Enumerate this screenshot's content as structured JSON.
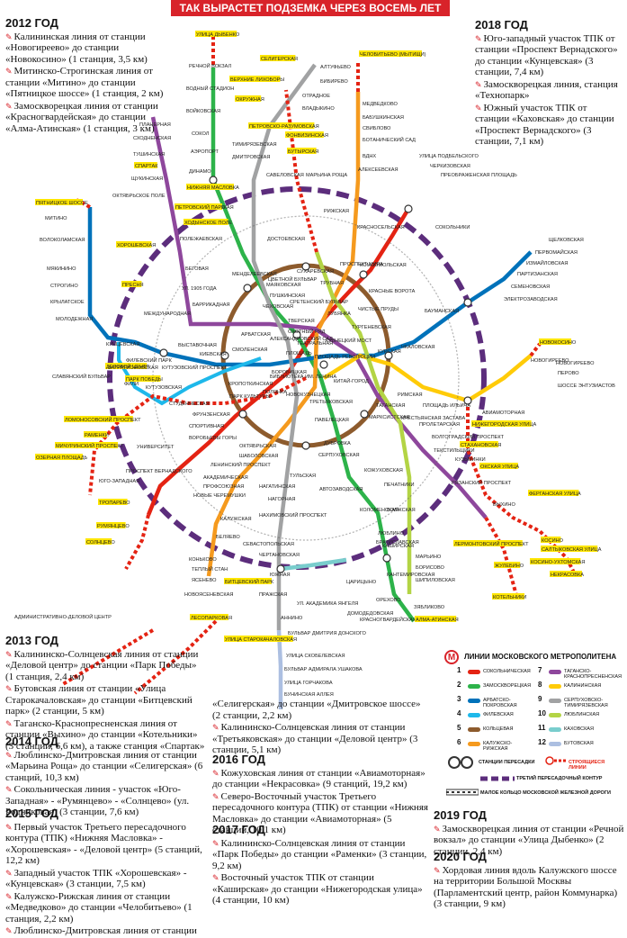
{
  "header": {
    "title": "ТАК ВЫРАСТЕТ ПОДЗЕМКА ЧЕРЕЗ ВОСЕМЬ ЛЕТ"
  },
  "timeline": {
    "y2012": {
      "year": "2012 ГОД",
      "items": [
        "Калининская линия от станции «Новогиреево» до станции «Новокосино» (1 станция, 3,5 км)",
        "Митинско-Строгинская линия от станции «Митино» до станции «Пятницкое шоссе» (1 станция, 2 км)",
        "Замоскворецкая линия от станции «Красногвардейская» до станции «Алма-Атинская» (1 станция, 3 км)"
      ]
    },
    "y2013": {
      "year": "2013 ГОД",
      "items": [
        "Калининско-Солнцевская линия от станции «Деловой центр» до станции «Парк Победы» (1 станция, 2,4 км)",
        "Бутовская линия от станции «Улица Старокачаловская» до станции «Битцевский парк» (2 станции, 5 км)",
        "Таганско-Краснопресненская линия от станции «Выхино» до станции «Котельники» (3 станции, 6,6 км), а также станция «Спартак»"
      ]
    },
    "y2014": {
      "year": "2014 ГОД",
      "items": [
        "Люблинско-Дмитровская линия от станции «Марьина Роща» до станции «Селигерская» (6 станций, 10,3 км)",
        "Сокольническая линия - участок «Юго-Западная» - «Румянцево» - «Солнцево» (ул. Родниковая) (3 станции, 7,6 км)"
      ]
    },
    "y2015": {
      "year": "2015 ГОД",
      "items": [
        "Первый участок Третьего пересадочного контура (ТПК) «Нижняя Масловка» - «Хорошевская» - «Деловой центр» (5 станций, 12,2 км)",
        "Западный участок ТПК «Хорошевская» - «Кунцевская» (3 станции, 7,5 км)",
        "Калужско-Рижская линия от станции «Медведково» до станции «Челобитьево» (1 станция, 2,2 км)",
        "Люблинско-Дмитровская линия от станции"
      ]
    },
    "y2015cont": {
      "lead": "«Селигерская» до станции «Дмитровское шоссе» (2 станции, 2,2 км)",
      "items": [
        "Калининско-Солнцевская линия от станции «Третьяковская» до станции «Деловой центр» (3 станции, 5,1 км)"
      ]
    },
    "y2016": {
      "year": "2016 ГОД",
      "items": [
        "Кожуховская линия от станции «Авиамоторная» до станции «Некрасовка» (9 станций, 19,2 км)",
        "Северо-Восточный участок Третьего пересадочного контура (ТПК) от станции «Нижняя Масловка» до станции «Авиамоторная» (5 станций, 10,1 км)"
      ]
    },
    "y2017": {
      "year": "2017 ГОД",
      "items": [
        "Калининско-Солнцевская линия от станции «Парк Победы» до станции «Раменки» (3 станции, 9,2 км)",
        "Восточный участок ТПК от станции «Каширская» до станции «Нижегородская улица» (4 станции, 10 км)"
      ]
    },
    "y2018": {
      "year": "2018 ГОД",
      "items": [
        "Юго-западный участок ТПК от станции «Проспект Вернадского» до станции «Кунцевская» (3 станции, 7,4 км)",
        "Замоскворецкая линия, станция «Технопарк»",
        "Южный участок ТПК от станции «Каховская» до станции «Проспект Вернадского» (3 станции, 7,1 км)"
      ]
    },
    "y2019": {
      "year": "2019 ГОД",
      "items": [
        "Замоскворецкая линия от станции «Речной вокзал» до станции «Улица Дыбенко» (2 станции, 2,4 км)"
      ]
    },
    "y2020": {
      "year": "2020 ГОД",
      "items": [
        "Хордовая линия вдоль Калужского шоссе на территории Большой Москвы (Парламентский центр, район Коммунарка) (3 станции, 9 км)"
      ]
    }
  },
  "map": {
    "colors": {
      "l1": "#e42313",
      "l2": "#2db34a",
      "l3": "#0072ba",
      "l4": "#1eb8ea",
      "l5": "#8d5b2d",
      "l6": "#f59a1e",
      "l7": "#8e479c",
      "l8": "#ffcb08",
      "l9": "#a1a2a3",
      "l10": "#b3d445",
      "l11": "#79cdcd",
      "l12": "#acbfe1",
      "ring3": "#5c2d7c",
      "new": "#e42313",
      "highlight": "#ffe600"
    },
    "stations": [
      {
        "t": "УЛИЦА ДЫБЕНКО",
        "hl": true
      },
      {
        "t": "РЕЧНОЙ ВОКЗАЛ"
      },
      {
        "t": "ВОДНЫЙ СТАДИОН"
      },
      {
        "t": "ВОЙКОВСКАЯ"
      },
      {
        "t": "СОКОЛ"
      },
      {
        "t": "АЭРОПОРТ"
      },
      {
        "t": "ДИНАМО"
      },
      {
        "t": "БЕЛОРУССКАЯ"
      },
      {
        "t": "МАЯКОВСКАЯ"
      },
      {
        "t": "ТВЕРСКАЯ"
      },
      {
        "t": "ТЕАТРАЛЬНАЯ"
      },
      {
        "t": "НОВОКУЗНЕЦКАЯ"
      },
      {
        "t": "ПАВЕЛЕЦКАЯ"
      },
      {
        "t": "АВТОЗАВОДСКАЯ"
      },
      {
        "t": "КОЛОМЕНСКАЯ"
      },
      {
        "t": "КАШИРСКАЯ"
      },
      {
        "t": "КАНТЕМИРОВСКАЯ"
      },
      {
        "t": "ЦАРИЦЫНО"
      },
      {
        "t": "ОРЕХОВО"
      },
      {
        "t": "ДОМОДЕДОВСКАЯ"
      },
      {
        "t": "КРАСНОГВАРДЕЙСКАЯ"
      },
      {
        "t": "АЛМА-АТИНСКАЯ",
        "hl": true
      },
      {
        "t": "СЕЛИГЕРСКАЯ",
        "hl": true
      },
      {
        "t": "ВЕРХНИЕ ЛИХОБОРЫ",
        "hl": true
      },
      {
        "t": "ОКРУЖНАЯ",
        "hl": true
      },
      {
        "t": "ПЕТРОВСКО-РАЗУМОВСКАЯ",
        "hl": true
      },
      {
        "t": "ФОНВИЗИНСКАЯ",
        "hl": true
      },
      {
        "t": "БУТЫРСКАЯ",
        "hl": true
      },
      {
        "t": "МАРЬИНА РОЩА"
      },
      {
        "t": "ДОСТОЕВСКАЯ"
      },
      {
        "t": "СРЕТЕНСКИЙ БУЛЬВАР"
      },
      {
        "t": "ТРУБНАЯ"
      },
      {
        "t": "ЧКАЛОВСКАЯ"
      },
      {
        "t": "РИМСКАЯ"
      },
      {
        "t": "КРЕСТЬЯНСКАЯ ЗАСТАВА"
      },
      {
        "t": "ДУБРОВКА"
      },
      {
        "t": "КОЖУХОВСКАЯ"
      },
      {
        "t": "ПЕЧАТНИКИ"
      },
      {
        "t": "ВОЛЖСКАЯ"
      },
      {
        "t": "ЛЮБЛИНО"
      },
      {
        "t": "БРАТИСЛАВСКАЯ"
      },
      {
        "t": "МАРЬИНО"
      },
      {
        "t": "БОРИСОВО"
      },
      {
        "t": "ШИПИЛОВСКАЯ"
      },
      {
        "t": "ЗЯБЛИКОВО"
      },
      {
        "t": "АЛТУФЬЕВО"
      },
      {
        "t": "БИБИРЕВО"
      },
      {
        "t": "ОТРАДНОЕ"
      },
      {
        "t": "ВЛАДЫКИНО"
      },
      {
        "t": "ТИМИРЯЗЕВСКАЯ"
      },
      {
        "t": "ДМИТРОВСКАЯ"
      },
      {
        "t": "САВЕЛОВСКАЯ"
      },
      {
        "t": "МЕНДЕЛЕЕВСКАЯ"
      },
      {
        "t": "ЦВЕТНОЙ БУЛЬВАР"
      },
      {
        "t": "ЧЕХОВСКАЯ"
      },
      {
        "t": "БОРОВИЦКАЯ"
      },
      {
        "t": "ПОЛЯНКА"
      },
      {
        "t": "СЕРПУХОВСКАЯ"
      },
      {
        "t": "ТУЛЬСКАЯ"
      },
      {
        "t": "НАГАТИНСКАЯ"
      },
      {
        "t": "НАГОРНАЯ"
      },
      {
        "t": "НАХИМОВСКИЙ ПРОСПЕКТ"
      },
      {
        "t": "СЕВАСТОПОЛЬСКАЯ"
      },
      {
        "t": "ЧЕРТАНОВСКАЯ"
      },
      {
        "t": "ЮЖНАЯ"
      },
      {
        "t": "ПРАЖСКАЯ"
      },
      {
        "t": "УЛ. АКАДЕМИКА ЯНГЕЛЯ"
      },
      {
        "t": "АННИНО"
      },
      {
        "t": "БУЛЬВАР ДМИТРИЯ ДОНСКОГО"
      },
      {
        "t": "УЛИЦА СТАРОКАЧАЛОВСКАЯ",
        "hl": true
      },
      {
        "t": "УЛИЦА СКОБЕЛЕВСКАЯ"
      },
      {
        "t": "БУЛЬВАР АДМИРАЛА УШАКОВА"
      },
      {
        "t": "УЛИЦА ГОРЧАКОВА"
      },
      {
        "t": "БУНИНСКАЯ АЛЛЕЯ"
      },
      {
        "t": "БИТЦЕВСКИЙ ПАРК",
        "hl": true
      },
      {
        "t": "ЛЕСОПАРКОВАЯ",
        "hl": true
      },
      {
        "t": "ЧЕЛОБИТЬЕВО (МЫТИЩИ)",
        "hl": true
      },
      {
        "t": "МЕДВЕДКОВО"
      },
      {
        "t": "БАБУШКИНСКАЯ"
      },
      {
        "t": "СВИБЛОВО"
      },
      {
        "t": "БОТАНИЧЕСКИЙ САД"
      },
      {
        "t": "ВДНХ"
      },
      {
        "t": "АЛЕКСЕЕВСКАЯ"
      },
      {
        "t": "РИЖСКАЯ"
      },
      {
        "t": "ПРОСПЕКТ МИРА"
      },
      {
        "t": "СУХАРЕВСКАЯ"
      },
      {
        "t": "ТУРГЕНЕВСКАЯ"
      },
      {
        "t": "КИТАЙ-ГОРОД"
      },
      {
        "t": "ТРЕТЬЯКОВСКАЯ"
      },
      {
        "t": "ОКТЯБРЬСКАЯ"
      },
      {
        "t": "ШАБОЛОВСКАЯ"
      },
      {
        "t": "ЛЕНИНСКИЙ ПРОСПЕКТ"
      },
      {
        "t": "АКАДЕМИЧЕСКАЯ"
      },
      {
        "t": "ПРОФСОЮЗНАЯ"
      },
      {
        "t": "НОВЫЕ ЧЕРЕМУШКИ"
      },
      {
        "t": "КАЛУЖСКАЯ"
      },
      {
        "t": "БЕЛЯЕВО"
      },
      {
        "t": "КОНЬКОВО"
      },
      {
        "t": "ТЕПЛЫЙ СТАН"
      },
      {
        "t": "ЯСЕНЕВО"
      },
      {
        "t": "НОВОЯСЕНЕВСКАЯ"
      },
      {
        "t": "УЛИЦА ПОДБЕЛЬСКОГО"
      },
      {
        "t": "ЧЕРКИЗОВСКАЯ"
      },
      {
        "t": "ПРЕОБРАЖЕНСКАЯ ПЛОЩАДЬ"
      },
      {
        "t": "СОКОЛЬНИКИ"
      },
      {
        "t": "КРАСНОСЕЛЬСКАЯ"
      },
      {
        "t": "КОМСОМОЛЬСКАЯ"
      },
      {
        "t": "КРАСНЫЕ ВОРОТА"
      },
      {
        "t": "ЧИСТЫЕ ПРУДЫ"
      },
      {
        "t": "ЛУБЯНКА"
      },
      {
        "t": "ОХОТНЫЙ РЯД"
      },
      {
        "t": "БИБЛИОТЕКА ИМ. ЛЕНИНА"
      },
      {
        "t": "КРОПОТКИНСКАЯ"
      },
      {
        "t": "ПАРК КУЛЬТУРЫ"
      },
      {
        "t": "ФРУНЗЕНСКАЯ"
      },
      {
        "t": "СПОРТИВНАЯ"
      },
      {
        "t": "ВОРОБЬЕВЫ ГОРЫ"
      },
      {
        "t": "УНИВЕРСИТЕТ"
      },
      {
        "t": "ПРОСПЕКТ ВЕРНАДСКОГО"
      },
      {
        "t": "ЮГО-ЗАПАДНАЯ"
      },
      {
        "t": "ТРОПАРЕВО",
        "hl": true
      },
      {
        "t": "РУМЯНЦЕВО",
        "hl": true
      },
      {
        "t": "СОЛНЦЕВО",
        "hl": true
      },
      {
        "t": "ЩЕЛКОВСКАЯ"
      },
      {
        "t": "ПЕРВОМАЙСКАЯ"
      },
      {
        "t": "ИЗМАЙЛОВСКАЯ"
      },
      {
        "t": "ПАРТИЗАНСКАЯ"
      },
      {
        "t": "СЕМЕНОВСКАЯ"
      },
      {
        "t": "ЭЛЕКТРОЗАВОДСКАЯ"
      },
      {
        "t": "БАУМАНСКАЯ"
      },
      {
        "t": "КУРСКАЯ"
      },
      {
        "t": "ПЛОЩАДЬ РЕВОЛЮЦИИ"
      },
      {
        "t": "АРБАТСКАЯ"
      },
      {
        "t": "СМОЛЕНСКАЯ"
      },
      {
        "t": "КИЕВСКАЯ"
      },
      {
        "t": "ПАРК ПОБЕДЫ",
        "hl": true
      },
      {
        "t": "СЛАВЯНСКИЙ БУЛЬВАР"
      },
      {
        "t": "КУНЦЕВСКАЯ"
      },
      {
        "t": "МОЛОДЕЖНАЯ"
      },
      {
        "t": "КРЫЛАТСКОЕ"
      },
      {
        "t": "СТРОГИНО"
      },
      {
        "t": "МЯКИНИНО"
      },
      {
        "t": "ВОЛОКОЛАМСКАЯ"
      },
      {
        "t": "МИТИНО"
      },
      {
        "t": "ПЯТНИЦКОЕ ШОССЕ",
        "hl": true
      },
      {
        "t": "НОВОКОСИНО",
        "hl": true
      },
      {
        "t": "НОВОГИРЕЕВО"
      },
      {
        "t": "ПЕРОВО"
      },
      {
        "t": "ШОССЕ ЭНТУЗИАСТОВ"
      },
      {
        "t": "АВИАМОТОРНАЯ"
      },
      {
        "t": "ПЛОЩАДЬ ИЛЬИЧА"
      },
      {
        "t": "МАРКСИСТСКАЯ"
      },
      {
        "t": "ПЛАНЕРНАЯ"
      },
      {
        "t": "СХОДНЕНСКАЯ"
      },
      {
        "t": "ТУШИНСКАЯ"
      },
      {
        "t": "СПАРТАК",
        "hl": true
      },
      {
        "t": "ЩУКИНСКАЯ"
      },
      {
        "t": "ОКТЯБРЬСКОЕ ПОЛЕ"
      },
      {
        "t": "ПОЛЕЖАЕВСКАЯ"
      },
      {
        "t": "БЕГОВАЯ"
      },
      {
        "t": "УЛ. 1905 ГОДА"
      },
      {
        "t": "БАРРИКАДНАЯ"
      },
      {
        "t": "ПУШКИНСКАЯ"
      },
      {
        "t": "КУЗНЕЦКИЙ МОСТ"
      },
      {
        "t": "ТАГАНСКАЯ"
      },
      {
        "t": "ПРОЛЕТАРСКАЯ"
      },
      {
        "t": "ВОЛГОГРАДСКИЙ ПРОСПЕКТ"
      },
      {
        "t": "ТЕКСТИЛЬЩИКИ"
      },
      {
        "t": "КУЗЬМИНКИ"
      },
      {
        "t": "РЯЗАНСКИЙ ПРОСПЕКТ"
      },
      {
        "t": "ВЫХИНО"
      },
      {
        "t": "ЛЕРМОНТОВСКИЙ ПРОСПЕКТ",
        "hl": true
      },
      {
        "t": "ЖУЛЕБИНО",
        "hl": true
      },
      {
        "t": "КОТЕЛЬНИКИ",
        "hl": true
      },
      {
        "t": "ХОДЫНСКОЕ ПОЛЕ",
        "hl": true
      },
      {
        "t": "ПЕТРОВСКИЙ ПАРК",
        "hl": true
      },
      {
        "t": "ХОРОШЕВСКАЯ",
        "hl": true
      },
      {
        "t": "НИЖНЯЯ МАСЛОВКА",
        "hl": true
      },
      {
        "t": "ПРЕСНЯ",
        "hl": true
      },
      {
        "t": "ДЕЛОВОЙ ЦЕНТР",
        "hl": true
      },
      {
        "t": "МЕЖДУНАРОДНАЯ"
      },
      {
        "t": "ВЫСТАВОЧНАЯ"
      },
      {
        "t": "ЛОМОНОСОВСКИЙ ПРОСПЕКТ",
        "hl": true
      },
      {
        "t": "РАМЕНКИ",
        "hl": true
      },
      {
        "t": "МИЧУРИНСКИЙ ПРОСПЕКТ",
        "hl": true
      },
      {
        "t": "ОЗЕРНАЯ ПЛОЩАДЬ",
        "hl": true
      },
      {
        "t": "НОВОГИРЕЕВО"
      },
      {
        "t": "НИЖЕГОРОДСКАЯ УЛИЦА",
        "hl": true
      },
      {
        "t": "СТАХАНОВСКАЯ",
        "hl": true
      },
      {
        "t": "ОКСКАЯ УЛИЦА",
        "hl": true
      },
      {
        "t": "ФЕРГАНСКАЯ УЛИЦА",
        "hl": true
      },
      {
        "t": "КОСИНО",
        "hl": true
      },
      {
        "t": "САЛТЫКОВСКАЯ УЛИЦА",
        "hl": true
      },
      {
        "t": "КОСИНО-УХТОМСКАЯ",
        "hl": true
      },
      {
        "t": "НЕКРАСОВКА",
        "hl": true
      },
      {
        "t": "ФИЛЕВСКИЙ ПАРК"
      },
      {
        "t": "БАГРАТИОНОВСКАЯ"
      },
      {
        "t": "ФИЛИ"
      },
      {
        "t": "КУТУЗОВСКАЯ"
      },
      {
        "t": "СТУДЕНЧЕСКАЯ"
      },
      {
        "t": "КУТУЗОВСКИЙ ПРОСПЕКТ"
      },
      {
        "t": "АЛЕКСАНДРОВСКИЙ САД"
      },
      {
        "t": "ПЛОЩАДЬ"
      },
      {
        "t": "АДМИНИСТРАТИВНО-ДЕЛОВОЙ ЦЕНТР"
      }
    ]
  },
  "legend": {
    "title": "ЛИНИИ МОСКОВСКОГО МЕТРОПОЛИТЕНА",
    "logo": "М",
    "lines": [
      {
        "n": "1",
        "name": "СОКОЛЬНИЧЕСКАЯ",
        "color": "#e42313"
      },
      {
        "n": "2",
        "name": "ЗАМОСКВОРЕЦКАЯ",
        "color": "#2db34a"
      },
      {
        "n": "3",
        "name": "АРБАТСКО-ПОКРОВСКАЯ",
        "color": "#0072ba"
      },
      {
        "n": "4",
        "name": "ФИЛЕВСКАЯ",
        "color": "#1eb8ea"
      },
      {
        "n": "5",
        "name": "КОЛЬЦЕВАЯ",
        "color": "#8d5b2d"
      },
      {
        "n": "6",
        "name": "КАЛУЖСКО-РИЖСКАЯ",
        "color": "#f59a1e"
      },
      {
        "n": "7",
        "name": "ТАГАНСКО-КРАСНОПРЕСНЕНСКАЯ",
        "color": "#8e479c"
      },
      {
        "n": "8",
        "name": "КАЛИНИНСКАЯ",
        "color": "#ffcb08"
      },
      {
        "n": "9",
        "name": "СЕРПУХОВСКО-ТИМИРЯЗЕВСКАЯ",
        "color": "#a1a2a3"
      },
      {
        "n": "10",
        "name": "ЛЮБЛИНСКАЯ",
        "color": "#b3d445"
      },
      {
        "n": "11",
        "name": "КАХОВСКАЯ",
        "color": "#79cdcd"
      },
      {
        "n": "12",
        "name": "БУТОВСКАЯ",
        "color": "#acbfe1"
      }
    ],
    "transfer": "СТАНЦИИ ПЕРЕСАДКИ",
    "building": "СТРОЯЩИЕСЯ ЛИНИИ",
    "ring3": "ТРЕТИЙ ПЕРЕСАДОЧНЫЙ КОНТУР",
    "railring": "МАЛОЕ КОЛЬЦО МОСКОВСКОЙ ЖЕЛЕЗНОЙ ДОРОГИ"
  }
}
